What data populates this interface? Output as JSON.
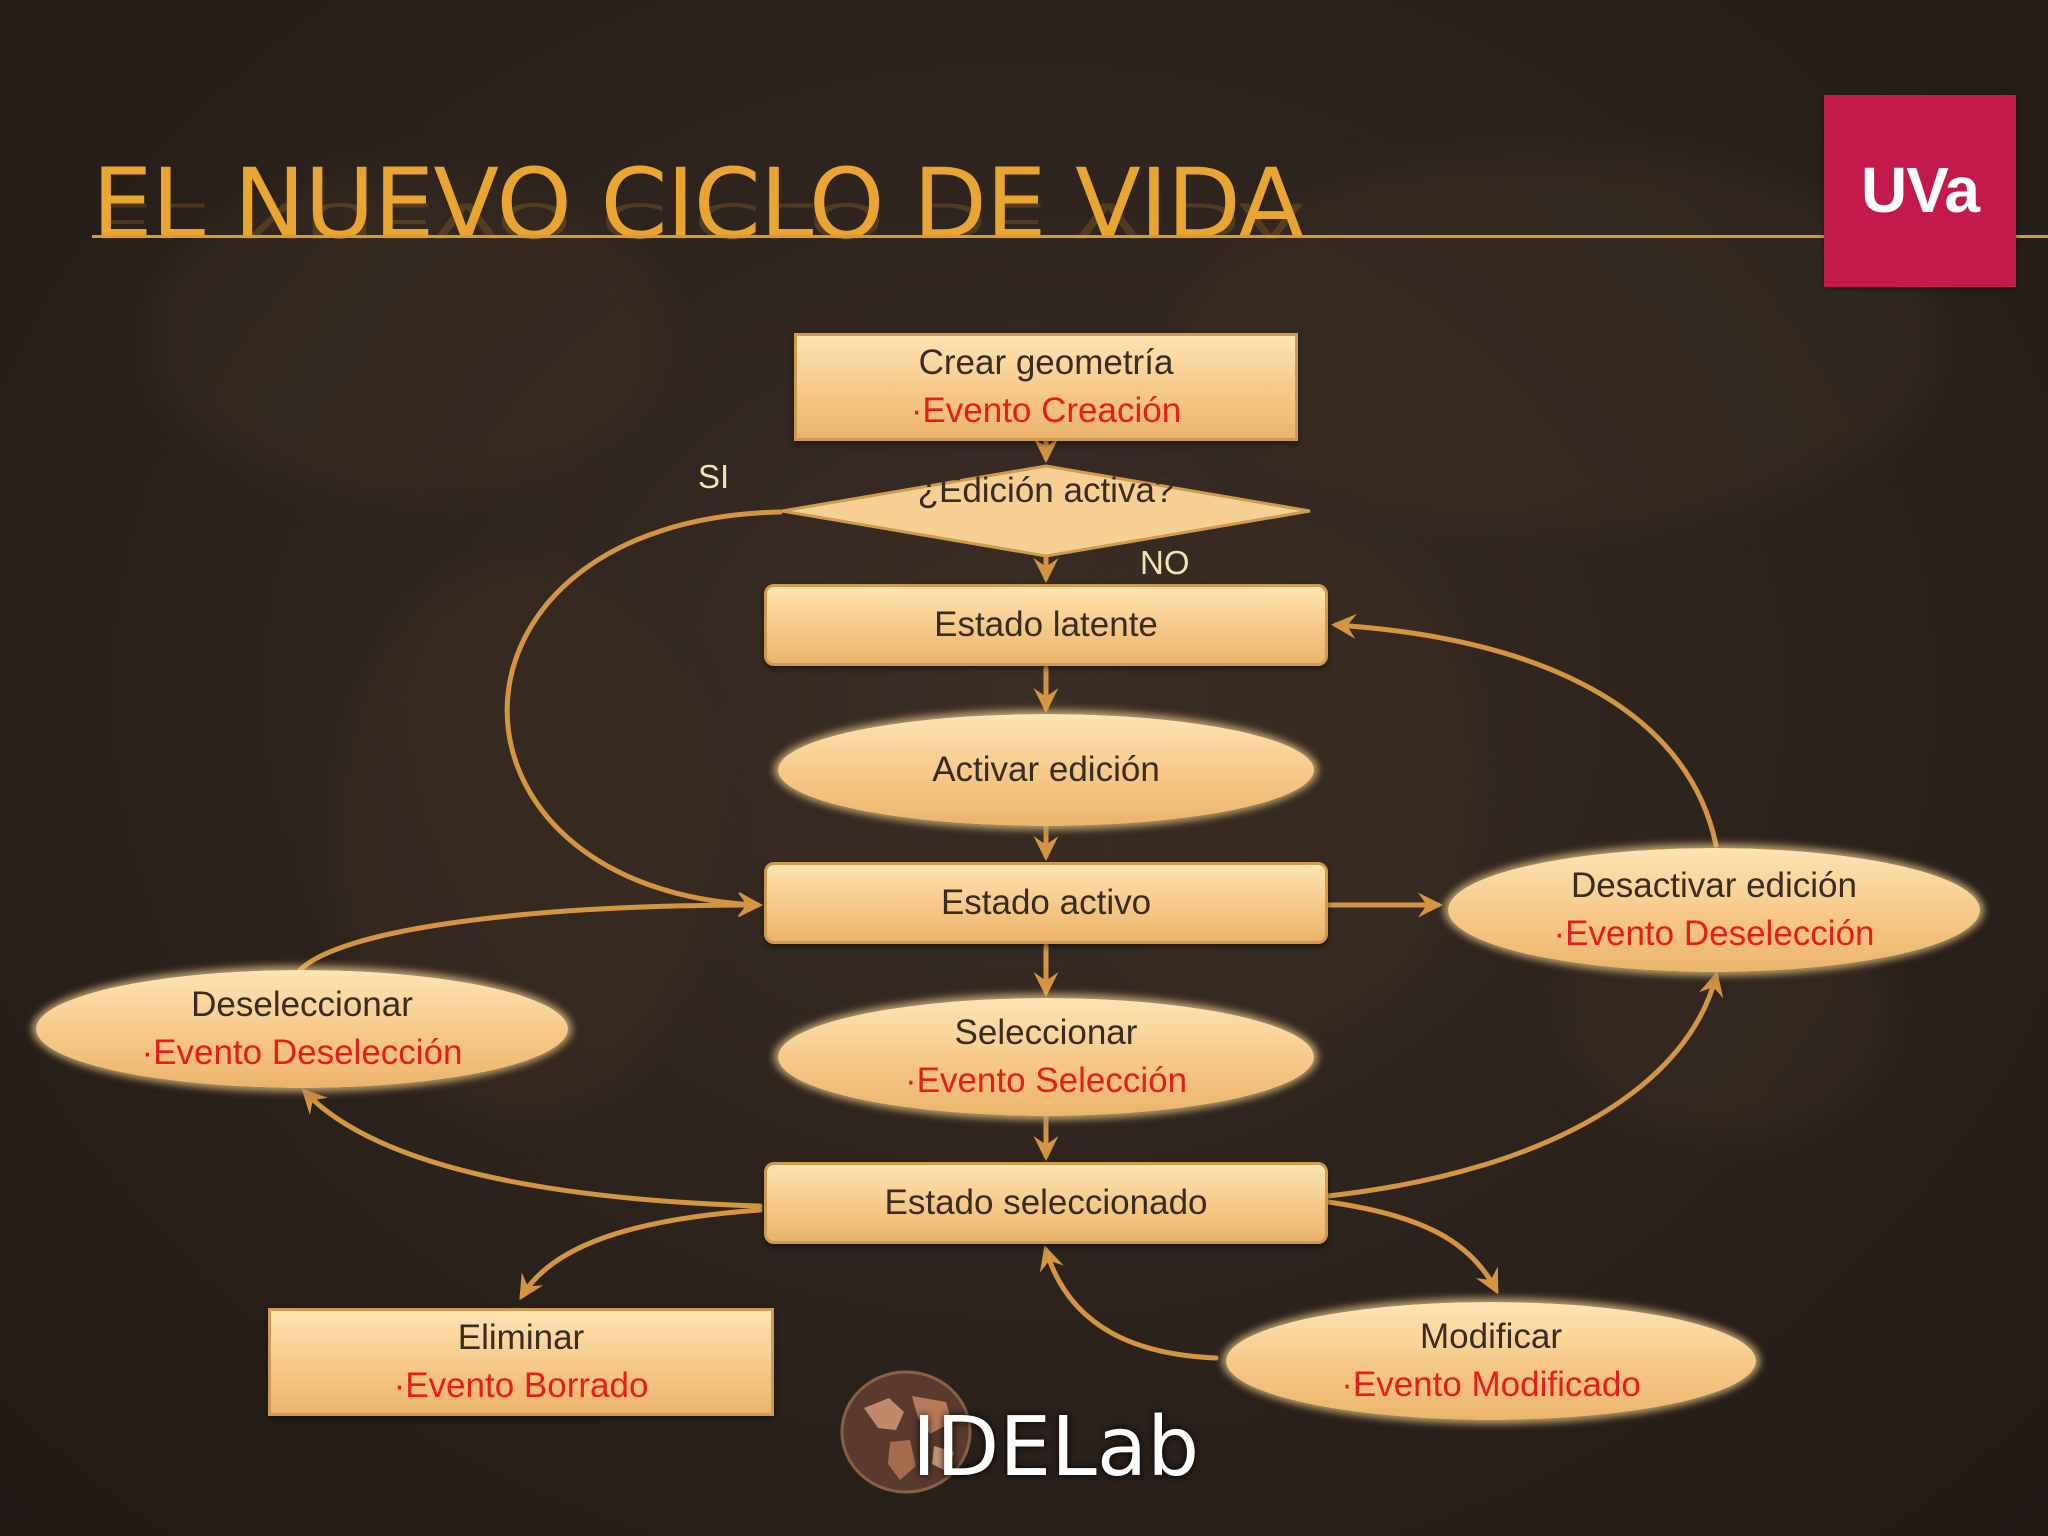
{
  "slide": {
    "title": "EL NUEVO CICLO DE VIDA"
  },
  "logos": {
    "uva": "UVa",
    "idelab": "IDELab"
  },
  "colors": {
    "title": "#e8a532",
    "node_fill": "#f4c888",
    "connector": "#d49540",
    "event_text": "#e81c1c",
    "uva_brand": "#c21a4b"
  },
  "nodes": {
    "crear_geometria": {
      "title": "Crear geometría",
      "event": "·Evento Creación"
    },
    "edicion_activa": {
      "title": "¿Edición activa?"
    },
    "estado_latente": {
      "title": "Estado latente"
    },
    "activar_edicion": {
      "title": "Activar edición"
    },
    "estado_activo": {
      "title": "Estado activo"
    },
    "desactivar_edicion": {
      "title": "Desactivar edición",
      "event": "·Evento Deselección"
    },
    "deseleccionar": {
      "title": "Deseleccionar",
      "event": "·Evento Deselección"
    },
    "seleccionar": {
      "title": "Seleccionar",
      "event": "·Evento Selección"
    },
    "estado_seleccionado": {
      "title": "Estado seleccionado"
    },
    "eliminar": {
      "title": "Eliminar",
      "event": "·Evento Borrado"
    },
    "modificar": {
      "title": "Modificar",
      "event": "·Evento Modificado"
    }
  },
  "flow_labels": {
    "yes": "SI",
    "no": "NO"
  }
}
